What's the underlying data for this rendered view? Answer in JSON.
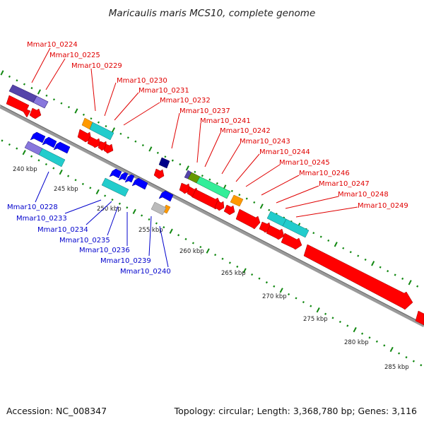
{
  "title": "Maricaulis maris MCS10, complete genome",
  "footer": {
    "accession": "Accession: NC_008347",
    "topology": "Topology: circular; Length: 3,368,780 bp; Genes: 3,116"
  },
  "colors": {
    "backbone": "#888888",
    "tick": "#118811",
    "forward_label": "#e00000",
    "reverse_label": "#0000cc",
    "leader_forward": "#e00000",
    "leader_reverse": "#0000cc"
  },
  "scale_labels": [
    "240 kbp",
    "245 kbp",
    "250 kbp",
    "255 kbp",
    "260 kbp",
    "265 kbp",
    "270 kbp",
    "275 kbp",
    "280 kbp",
    "285 kbp"
  ],
  "forward_gene_labels": [
    "Mmar10_0224",
    "Mmar10_0225",
    "Mmar10_0229",
    "Mmar10_0230",
    "Mmar10_0231",
    "Mmar10_0232",
    "Mmar10_0237",
    "Mmar10_0241",
    "Mmar10_0242",
    "Mmar10_0243",
    "Mmar10_0244",
    "Mmar10_0245",
    "Mmar10_0246",
    "Mmar10_0247",
    "Mmar10_0248",
    "Mmar10_0249"
  ],
  "reverse_gene_labels": [
    "Mmar10_0228",
    "Mmar10_0233",
    "Mmar10_0234",
    "Mmar10_0235",
    "Mmar10_0236",
    "Mmar10_0239",
    "Mmar10_0240"
  ],
  "feature_colors": {
    "cds_forward": "#ff0000",
    "cds_reverse": "#0000ff",
    "purple": "#5544aa",
    "lavender": "#8877dd",
    "cyan": "#22cccc",
    "orange": "#ff9900",
    "navy": "#000088",
    "green": "#33ee99",
    "olive": "#669900",
    "grey": "#bbbbbb"
  }
}
